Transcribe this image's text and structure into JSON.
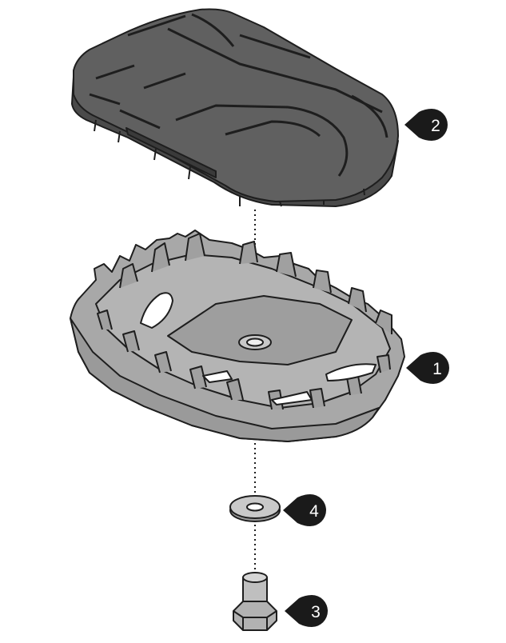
{
  "diagram": {
    "colors": {
      "pad": "#5b5b5b",
      "pad_top": "#606060",
      "base": "#a8a8a8",
      "washer": "#c9c9c9",
      "bolt": "#bfbfbf",
      "outline": "#1e1e1e",
      "callout": "#1a1a1a",
      "callout_text": "#ffffff"
    },
    "parts": [
      {
        "id": "footpeg-base",
        "callout": "1"
      },
      {
        "id": "rubber-pad",
        "callout": "2"
      },
      {
        "id": "bolt",
        "callout": "3"
      },
      {
        "id": "washer",
        "callout": "4"
      }
    ]
  }
}
